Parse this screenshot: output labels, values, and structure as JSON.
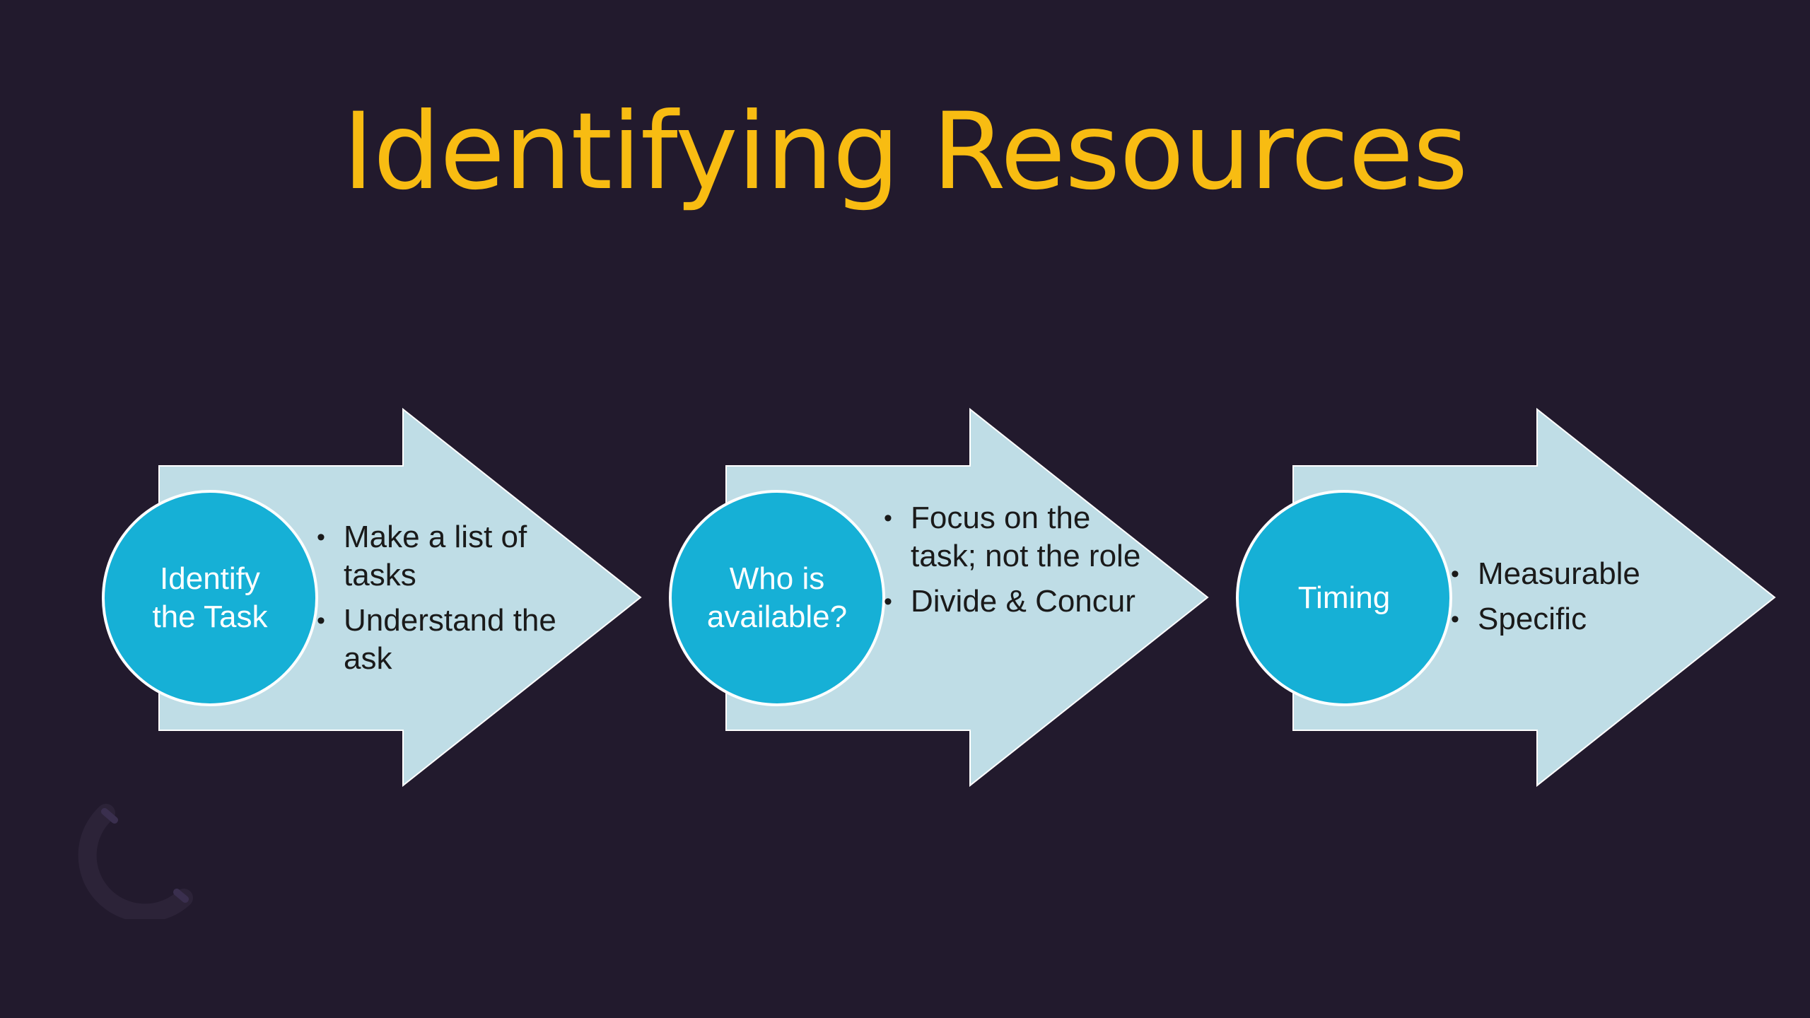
{
  "slide": {
    "title": "Identifying Resources"
  },
  "steps": [
    {
      "circle_label": "Identify\nthe Task",
      "bullets": [
        "Make a list of tasks",
        "Understand the ask"
      ]
    },
    {
      "circle_label": "Who is\navailable?",
      "bullets": [
        "Focus on the task; not the role",
        "Divide & Concur"
      ]
    },
    {
      "circle_label": "Timing",
      "bullets": [
        "Measurable",
        "Specific"
      ]
    }
  ],
  "colors": {
    "background": "#221a2d",
    "title": "#f8bc12",
    "arrow_fill": "#bfdde6",
    "circle_fill": "#16b0d6",
    "circle_text": "#ffffff",
    "bullet_text": "#1a1a1a"
  }
}
